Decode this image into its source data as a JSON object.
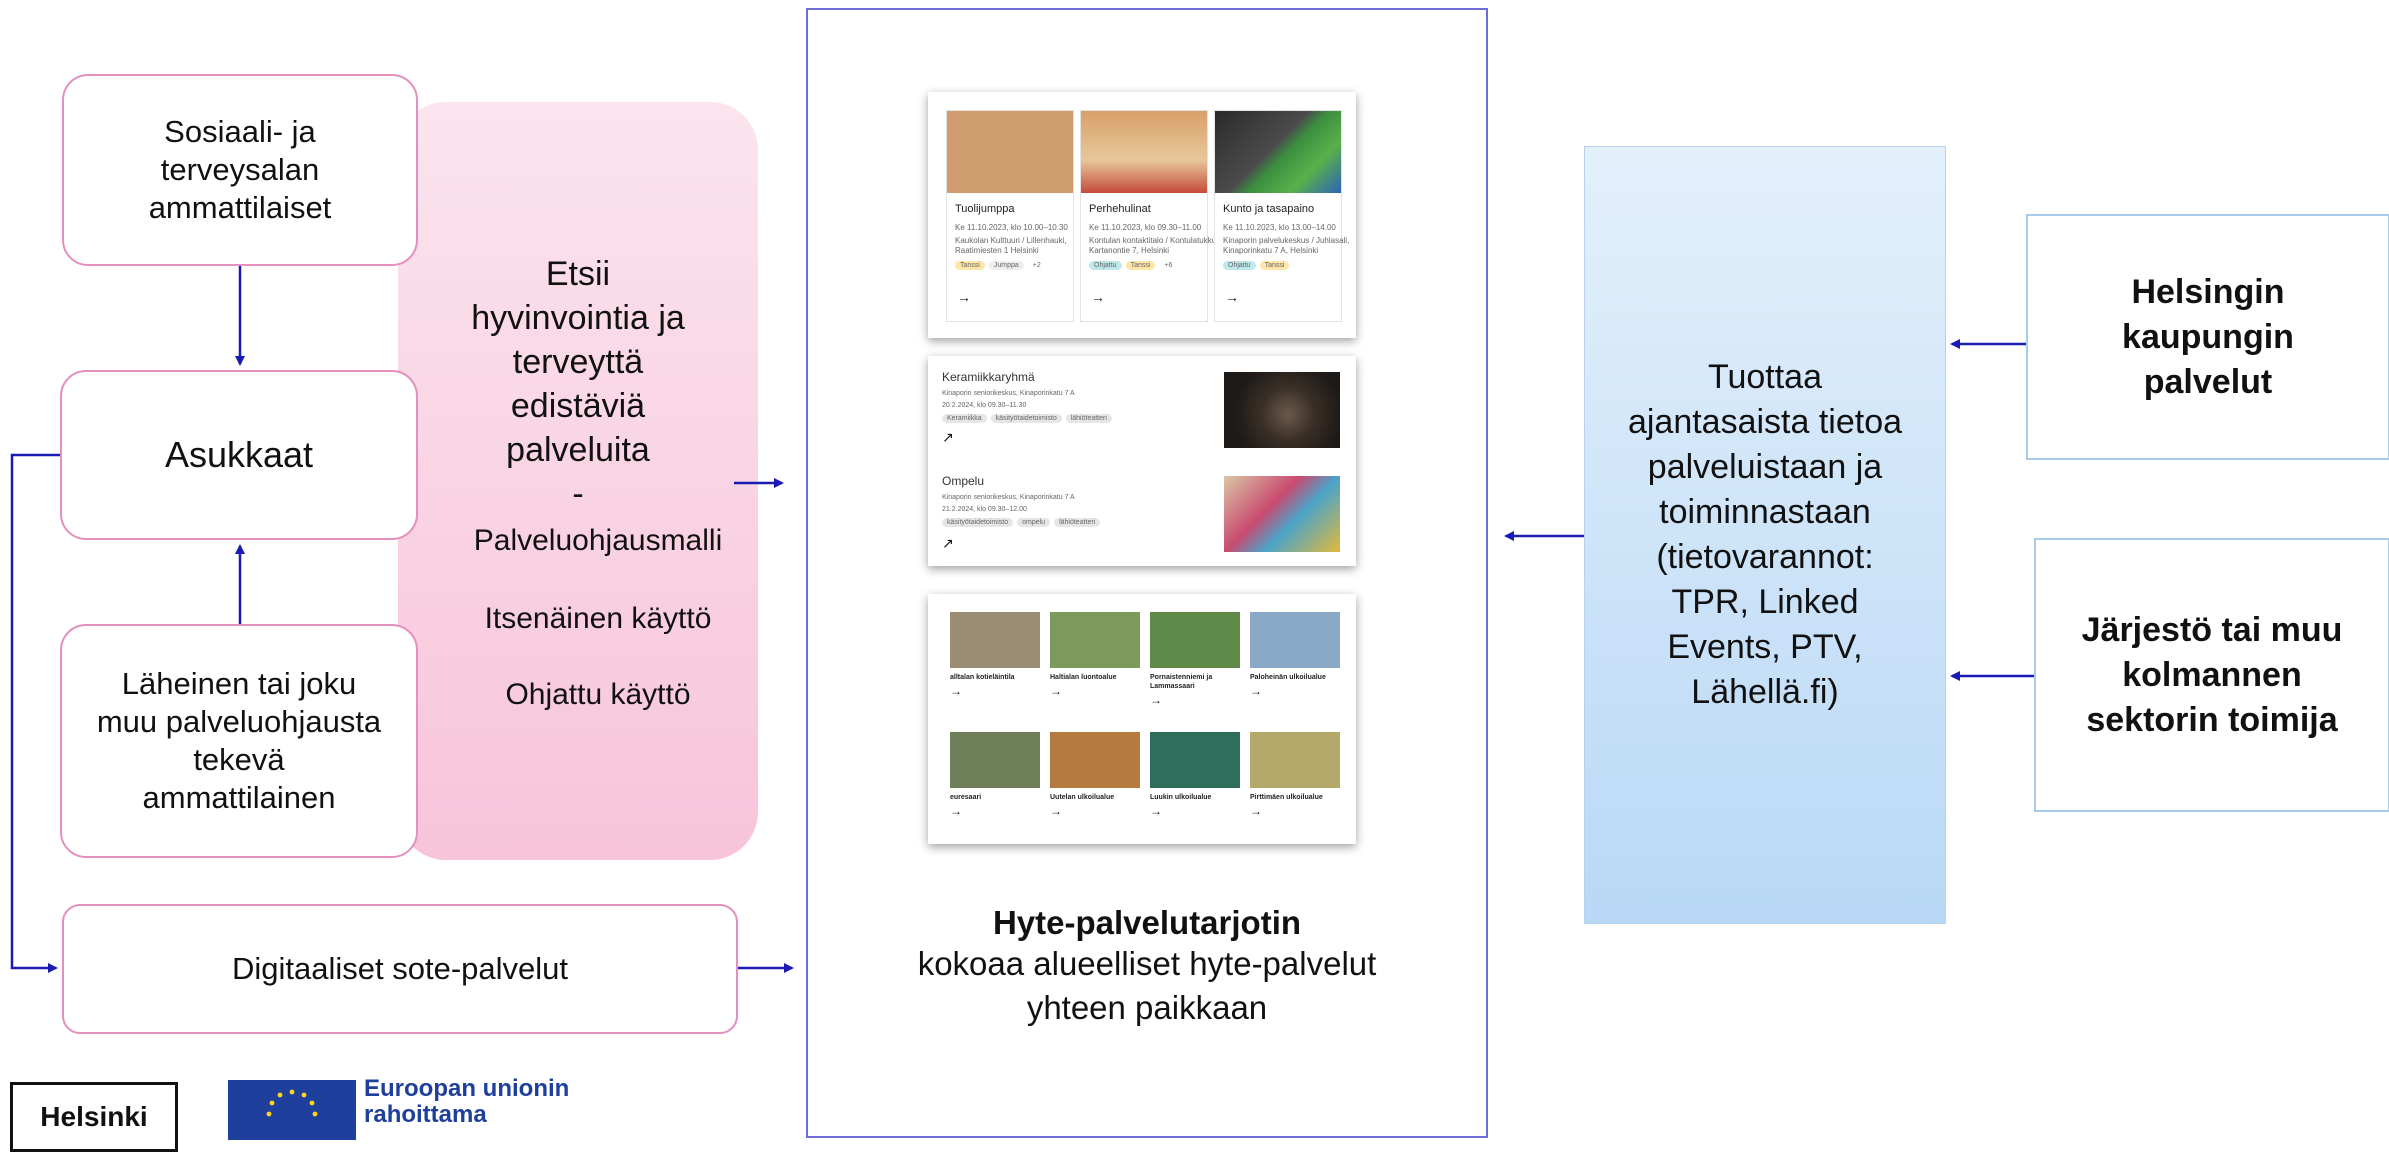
{
  "left": {
    "professionals": "Sosiaali- ja\nterveysalan\nammattilaiset",
    "residents": "Asukkaat",
    "relative": "Läheinen tai joku\nmuu palveluohjausta\ntekevä\nammattilainen",
    "digital": "Digitaaliset sote-palvelut"
  },
  "search_panel": {
    "heading": "Etsii\nhyvinvointia ja\nterveyttä\nedistäviä\npalveluita\n-",
    "option_1": "Palveluohjausmalli",
    "option_2": "Itsenäinen käyttö",
    "option_3": "Ohjattu käyttö"
  },
  "mockup": {
    "cards": [
      {
        "title": "Tuolijumppa",
        "date": "Ke 11.10.2023, klo 10.00–10.30",
        "place": "Kaukolan Kulttuuri / Lillenhauki,",
        "place2": "Raatimiesten 1 Helsinki",
        "tags": [
          "Tanssi",
          "Jumppa",
          "+2"
        ],
        "img": "#cf9c6f"
      },
      {
        "title": "Perhehulinat",
        "date": "Ke 11.10.2023, klo 09.30–11.00",
        "place": "Kontulan kontaktitalo / Kontulatukku",
        "place2": "Kartanontie 7, Helsinki",
        "tags": [
          "Ohjattu",
          "Tanssi",
          "+6"
        ],
        "img": "#d8a06a"
      },
      {
        "title": "Kunto ja tasapaino",
        "date": "Ke 11.10.2023, klo 13.00–14.00",
        "place": "Kinaporin palvelukeskus / Juhlasali,",
        "place2": "Kinaporinkatu 7 A, Helsinki",
        "tags": [
          "Ohjattu",
          "Tanssi"
        ],
        "img": "#59b04a"
      }
    ],
    "rows": [
      {
        "title": "Keramiikkaryhmä",
        "place": "Kinaporin seniorikeskus, Kinaporinkatu 7 A",
        "time": "20.2.2024, klo 09.30–11.30",
        "tags": [
          "Keramiikka",
          "käsityötaidetoimisto",
          "lähiöteatteri"
        ]
      },
      {
        "title": "Ompelu",
        "place": "Kinaporin seniorikeskus, Kinaporinkatu 7 A",
        "time": "21.2.2024, klo 09.30–12.00",
        "tags": [
          "käsityötaidetoimisto",
          "ompelu",
          "lähiöteatteri"
        ]
      }
    ],
    "grid": [
      {
        "title": "alltalan kotieläintila",
        "img": "#9a8d74"
      },
      {
        "title": "Haltialan luontoalue",
        "img": "#7d9a5d"
      },
      {
        "title": "Pornaistenniemi ja\nLammassaari",
        "img": "#5f8a4a"
      },
      {
        "title": "Paloheinän ulkoilualue",
        "img": "#8aa9c6"
      },
      {
        "title": "euresaari",
        "img": "#6e7f5a"
      },
      {
        "title": "Uutelan ulkoilualue",
        "img": "#b57b3e"
      },
      {
        "title": "Luukin ulkoilualue",
        "img": "#2f6e5a"
      },
      {
        "title": "Pirttimäen ulkoilualue",
        "img": "#b4a86a"
      }
    ],
    "arrow": "→",
    "arrow_diag": "↗"
  },
  "caption": {
    "title": "Hyte-palvelutarjotin",
    "subtitle": "kokoaa alueelliset hyte-palvelut\nyhteen paikkaan"
  },
  "data_panel": {
    "text": "Tuottaa\najantasaista tietoa\npalveluistaan ja\ntoiminnastaan\n(tietovarannot:\nTPR, Linked\nEvents, PTV,\nLähellä.fi)"
  },
  "right": {
    "city": "Helsingin\nkaupungin\npalvelut",
    "org": "Järjestö tai muu\nkolmannen\nsektorin toimija"
  },
  "logos": {
    "helsinki": "Helsinki",
    "eu": "Euroopan unionin\nrahoittama"
  },
  "colors": {
    "arrow": "#1a1ab4",
    "pink_border": "#e58fbf",
    "blue_panel": "#cfe3f8",
    "frame": "#6d6cd8"
  }
}
